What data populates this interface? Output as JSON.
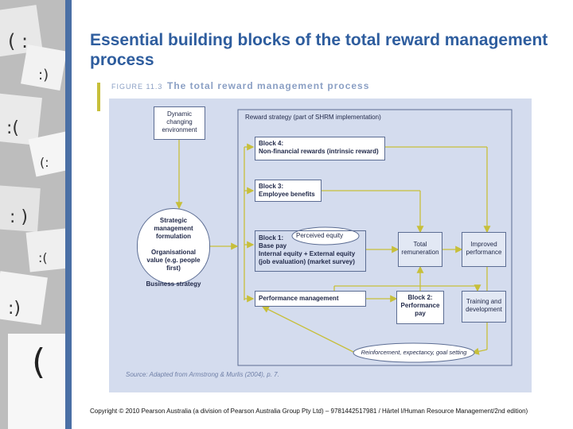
{
  "slide": {
    "title": "Essential building blocks of the total reward management process",
    "copyright": "Copyright © 2010 Pearson Australia (a division of Pearson Australia Group Pty Ltd) – 9781442517981 / Härtel I/Human Resource Management/2nd edition)"
  },
  "figure": {
    "label": "FIGURE 11.3",
    "title": "The total reward management process",
    "source": "Source: Adapted from Armstrong & Murlis (2004), p. 7.",
    "dynamic_env": "Dynamic changing environment",
    "reward_strategy": "Reward strategy (part of SHRM implementation)",
    "block4_title": "Block 4:",
    "block4_text": "Non-financial rewards (intrinsic reward)",
    "block3_title": "Block 3:",
    "block3_text": "Employee benefits",
    "strategic_title": "Strategic management formulation",
    "strategic_value": "Organisational value (e.g. people first)",
    "strategic_business": "Business strategy",
    "block1_title": "Block 1:",
    "block1_line1": "Base pay",
    "block1_line2": "Internal equity + External equity",
    "block1_line3": "(job evaluation) (market survey)",
    "perceived_equity": "Perceived equity",
    "total_remuneration": "Total remuneration",
    "improved_performance": "Improved performance",
    "performance_management": "Performance management",
    "block2_title": "Block 2:",
    "block2_text": "Performance pay",
    "training": "Training and development",
    "reinforcement": "Reinforcement, expectancy, goal setting"
  },
  "colors": {
    "title_blue": "#2e5d9e",
    "panel": "#d4dcee",
    "arrow": "#c7bf3a",
    "box_border": "#5c6d93"
  }
}
